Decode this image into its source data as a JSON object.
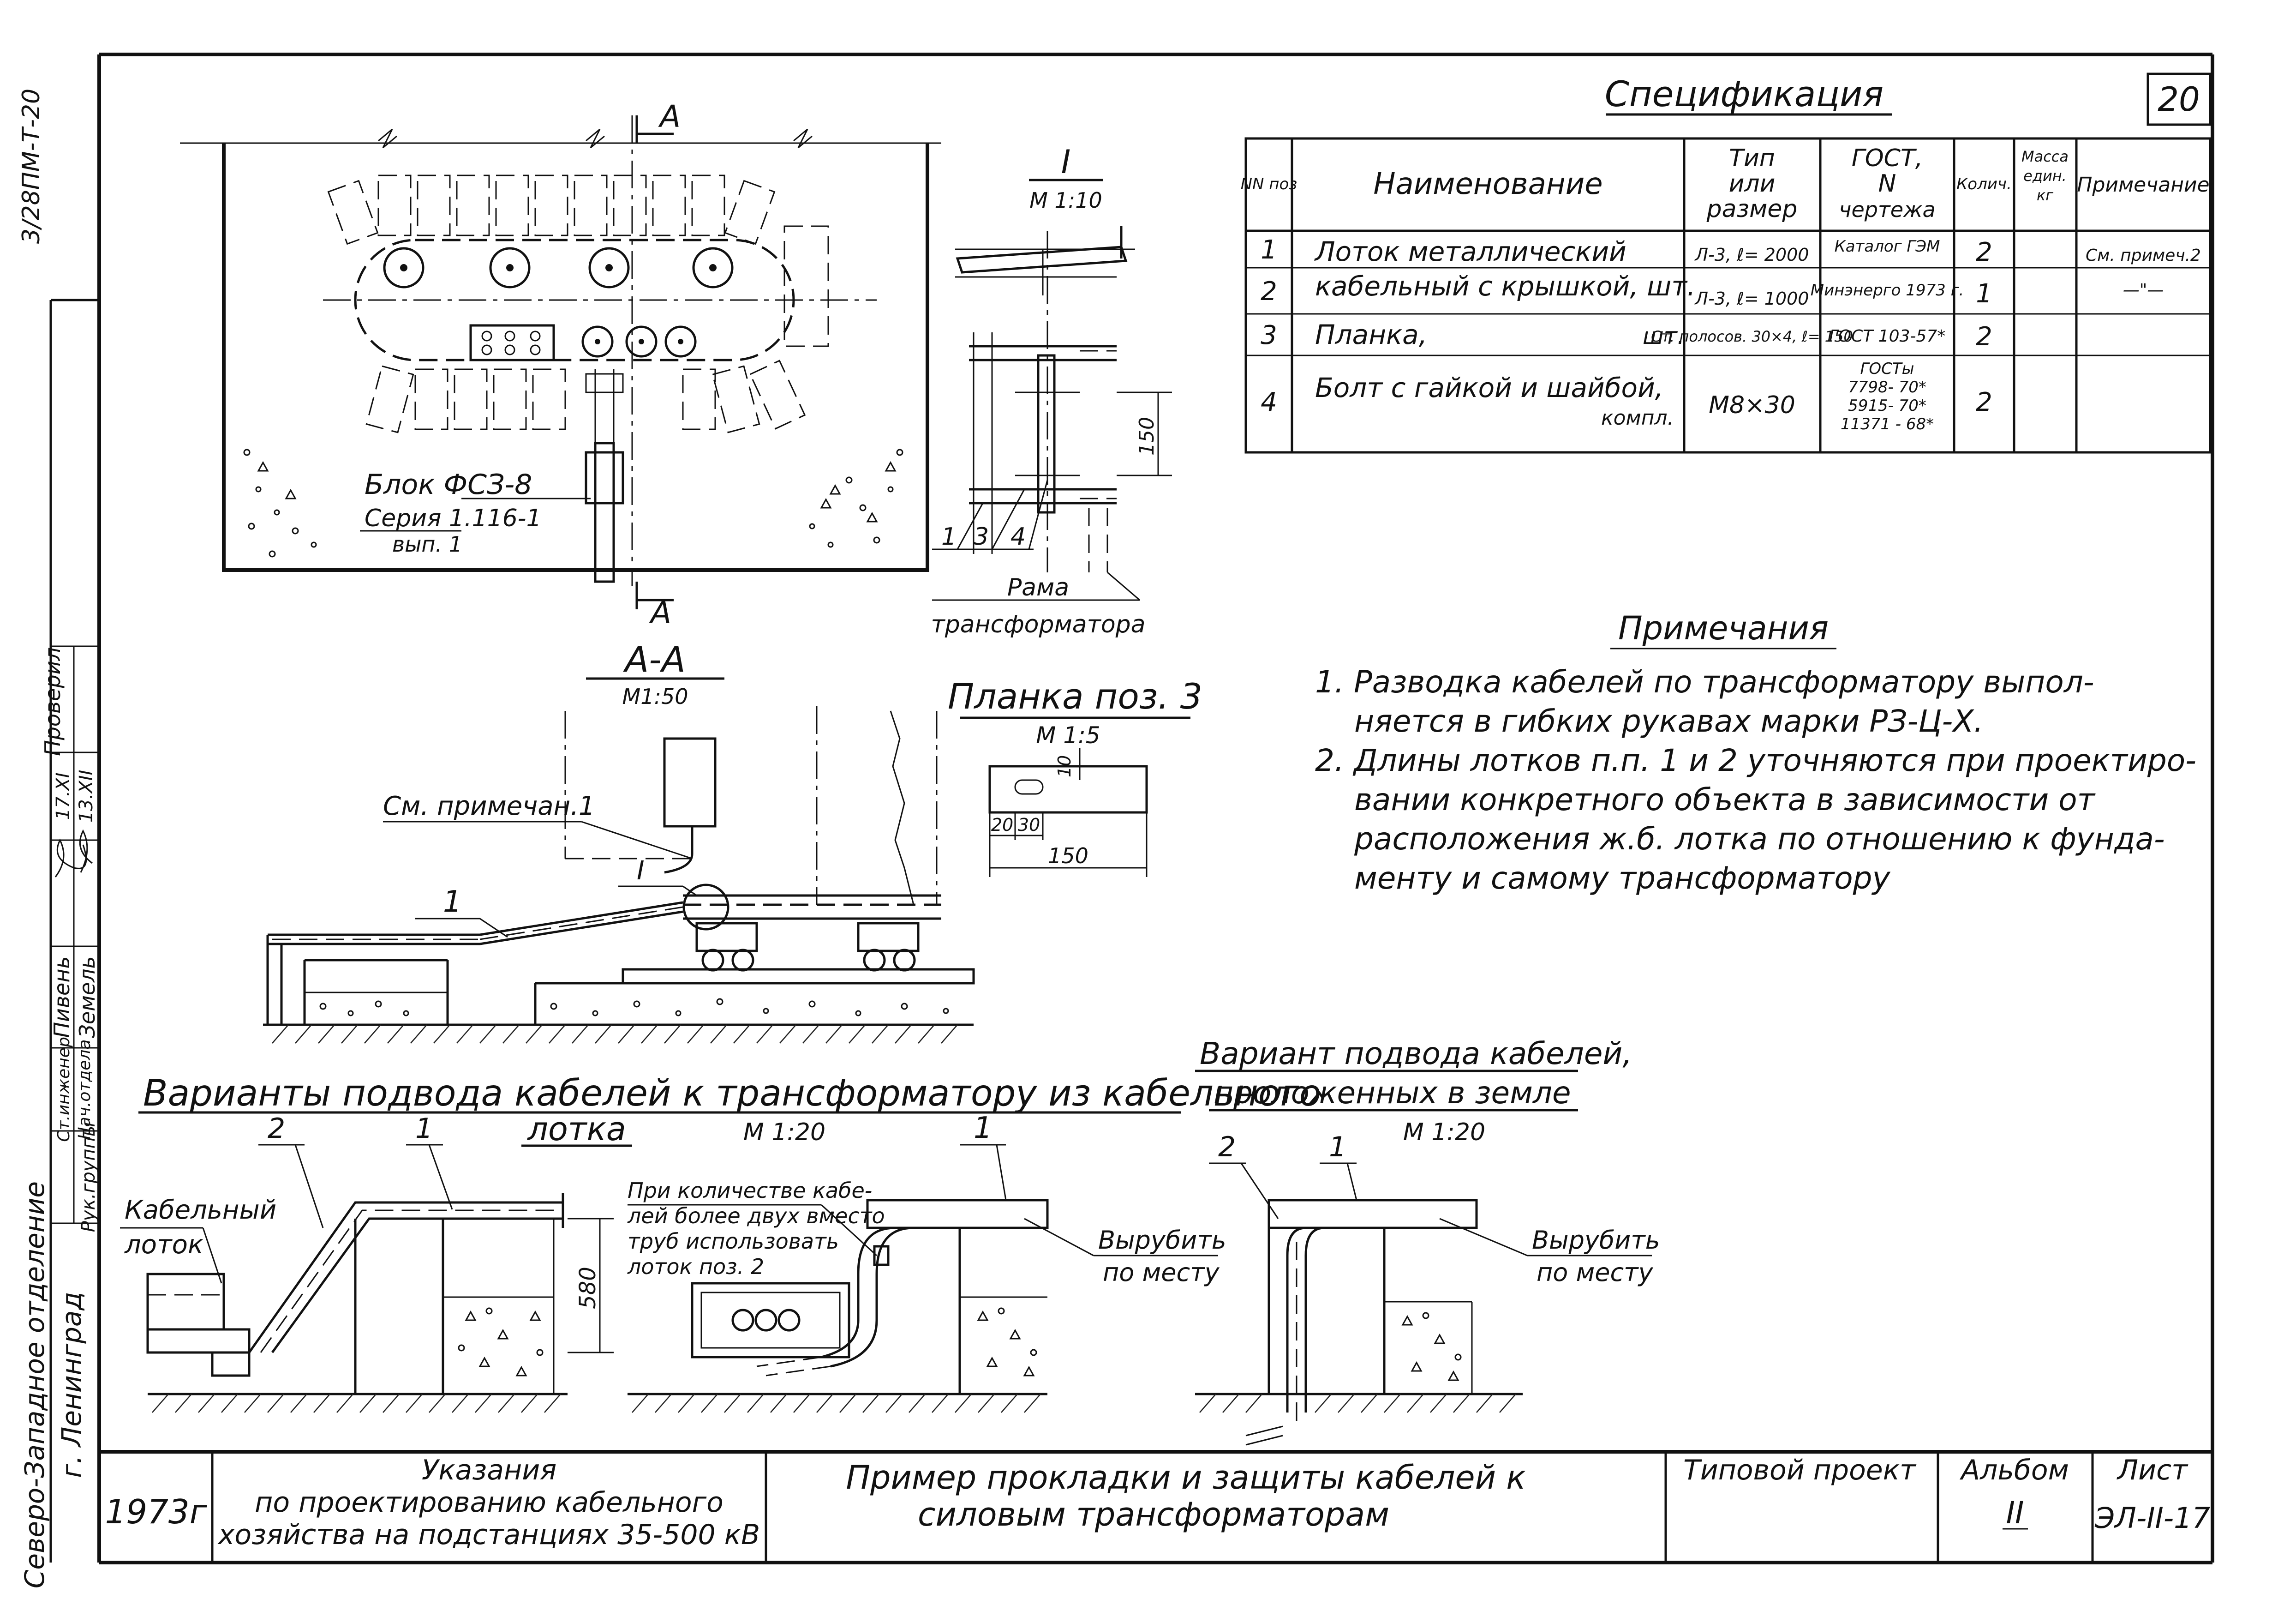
{
  "sheet": {
    "sheet_number": "20",
    "spine_top": "3/28ПМ-Т-20",
    "side_organization_lines": [
      "Северо-Западное отделение",
      "г. Ленинград"
    ],
    "side_stamp": {
      "roles": [
        "Рук.группы",
        "Ст.инженер",
        "Нач.отдела",
        "Проверил"
      ],
      "names": [
        "Земель",
        "Пивень",
        "",
        ""
      ],
      "dates": [
        "",
        "",
        "17.ХІ",
        "13.ХІІ"
      ]
    }
  },
  "specification": {
    "title": "Спецификация",
    "headers": {
      "num": "NN поз",
      "name": "Наименование",
      "type_lines": [
        "Тип",
        "или",
        "размер"
      ],
      "gost_lines": [
        "ГОСТ,",
        "N",
        "чертежа"
      ],
      "qty": "Колич.",
      "mass_lines": [
        "Масса",
        "един.",
        "кг"
      ],
      "note": "Примечание"
    },
    "rows": [
      {
        "num": "1",
        "name": "Лоток металлический",
        "type": "Л-3, ℓ= 2000",
        "gost": "Каталог ГЭМ",
        "qty": "2",
        "note": "См. примеч.2"
      },
      {
        "num": "2",
        "name": "кабельный с крышкой, шт.",
        "type": "Л-3, ℓ= 1000",
        "gost": "Минэнерго 1973 г.",
        "qty": "1",
        "note": "—\"—"
      },
      {
        "num": "3",
        "name": "Планка,",
        "unit": "шт.",
        "type": "Ст. полосов. 30×4, ℓ= 150",
        "gost": "ГОСТ 103-57*",
        "qty": "2",
        "note": ""
      },
      {
        "num": "4",
        "name": "Болт с гайкой и шайбой,",
        "unit": "компл.",
        "type": "М8×30",
        "gost_lines": [
          "ГОСТы",
          "7798- 70*",
          "5915- 70*",
          "11371 - 68*"
        ],
        "qty": "2",
        "note": ""
      }
    ]
  },
  "notes": {
    "title": "Примечания",
    "items": [
      "1. Разводка кабелей по трансформатору выпол-",
      "няется в гибких рукавах марки РЗ-Ц-Х.",
      "2. Длины лотков п.п. 1 и 2 уточняются при проектиро-",
      "вании конкретного объекта в зависимости от",
      "расположения ж.б. лотка по отношению к фунда-",
      "менту и самому трансформатору"
    ]
  },
  "plan_view": {
    "section_mark": "А",
    "block_label_lines": [
      "Блок ФСЗ-8",
      "Серия 1.116-1",
      "вып. 1"
    ]
  },
  "detail_I": {
    "title": "I",
    "scale": "М 1:10",
    "dim": "150",
    "callouts": [
      "1",
      "3",
      "4"
    ],
    "frame_label_lines": [
      "Рама",
      "трансформатора"
    ]
  },
  "section_AA": {
    "title": "А-А",
    "scale": "М1:50",
    "note_ref": "См. примечан.1",
    "detail_ref": "I",
    "callout": "1"
  },
  "planka": {
    "title": "Планка поз. 3",
    "scale": "М 1:5",
    "dims": [
      "10",
      "20",
      "30",
      "150"
    ]
  },
  "variants": {
    "title_line1": "Варианты подвода кабелей к трансформатору из кабельного",
    "title_line2": "лотка",
    "scale": "М 1:20",
    "left": {
      "callouts": [
        "2",
        "1"
      ],
      "label_lines": [
        "Кабельный",
        "лоток"
      ],
      "dim": "580"
    },
    "middle": {
      "callout": "1",
      "note_lines": [
        "При количестве кабе-",
        "лей более двух вместо",
        "труб использовать",
        "лоток поз. 2"
      ],
      "cut_lines": [
        "Вырубить",
        "по месту"
      ]
    }
  },
  "variant_ground": {
    "title_line1": "Вариант подвода кабелей,",
    "title_line2": "проложенных в земле",
    "scale": "М 1:20",
    "callouts": [
      "2",
      "1"
    ],
    "cut_lines": [
      "Вырубить",
      "по месту"
    ]
  },
  "title_block": {
    "year": "1973г",
    "doc_lines": [
      "Указания",
      "по проектированию кабельного",
      "хозяйства на подстанциях 35-500 кВ"
    ],
    "drawing_title_lines": [
      "Пример прокладки и защиты кабелей к",
      "силовым трансформаторам"
    ],
    "project_label": "Типовой проект",
    "album_label": "Альбом",
    "album_value": "II",
    "sheet_label": "Лист",
    "sheet_value": "ЭЛ-II-17"
  }
}
